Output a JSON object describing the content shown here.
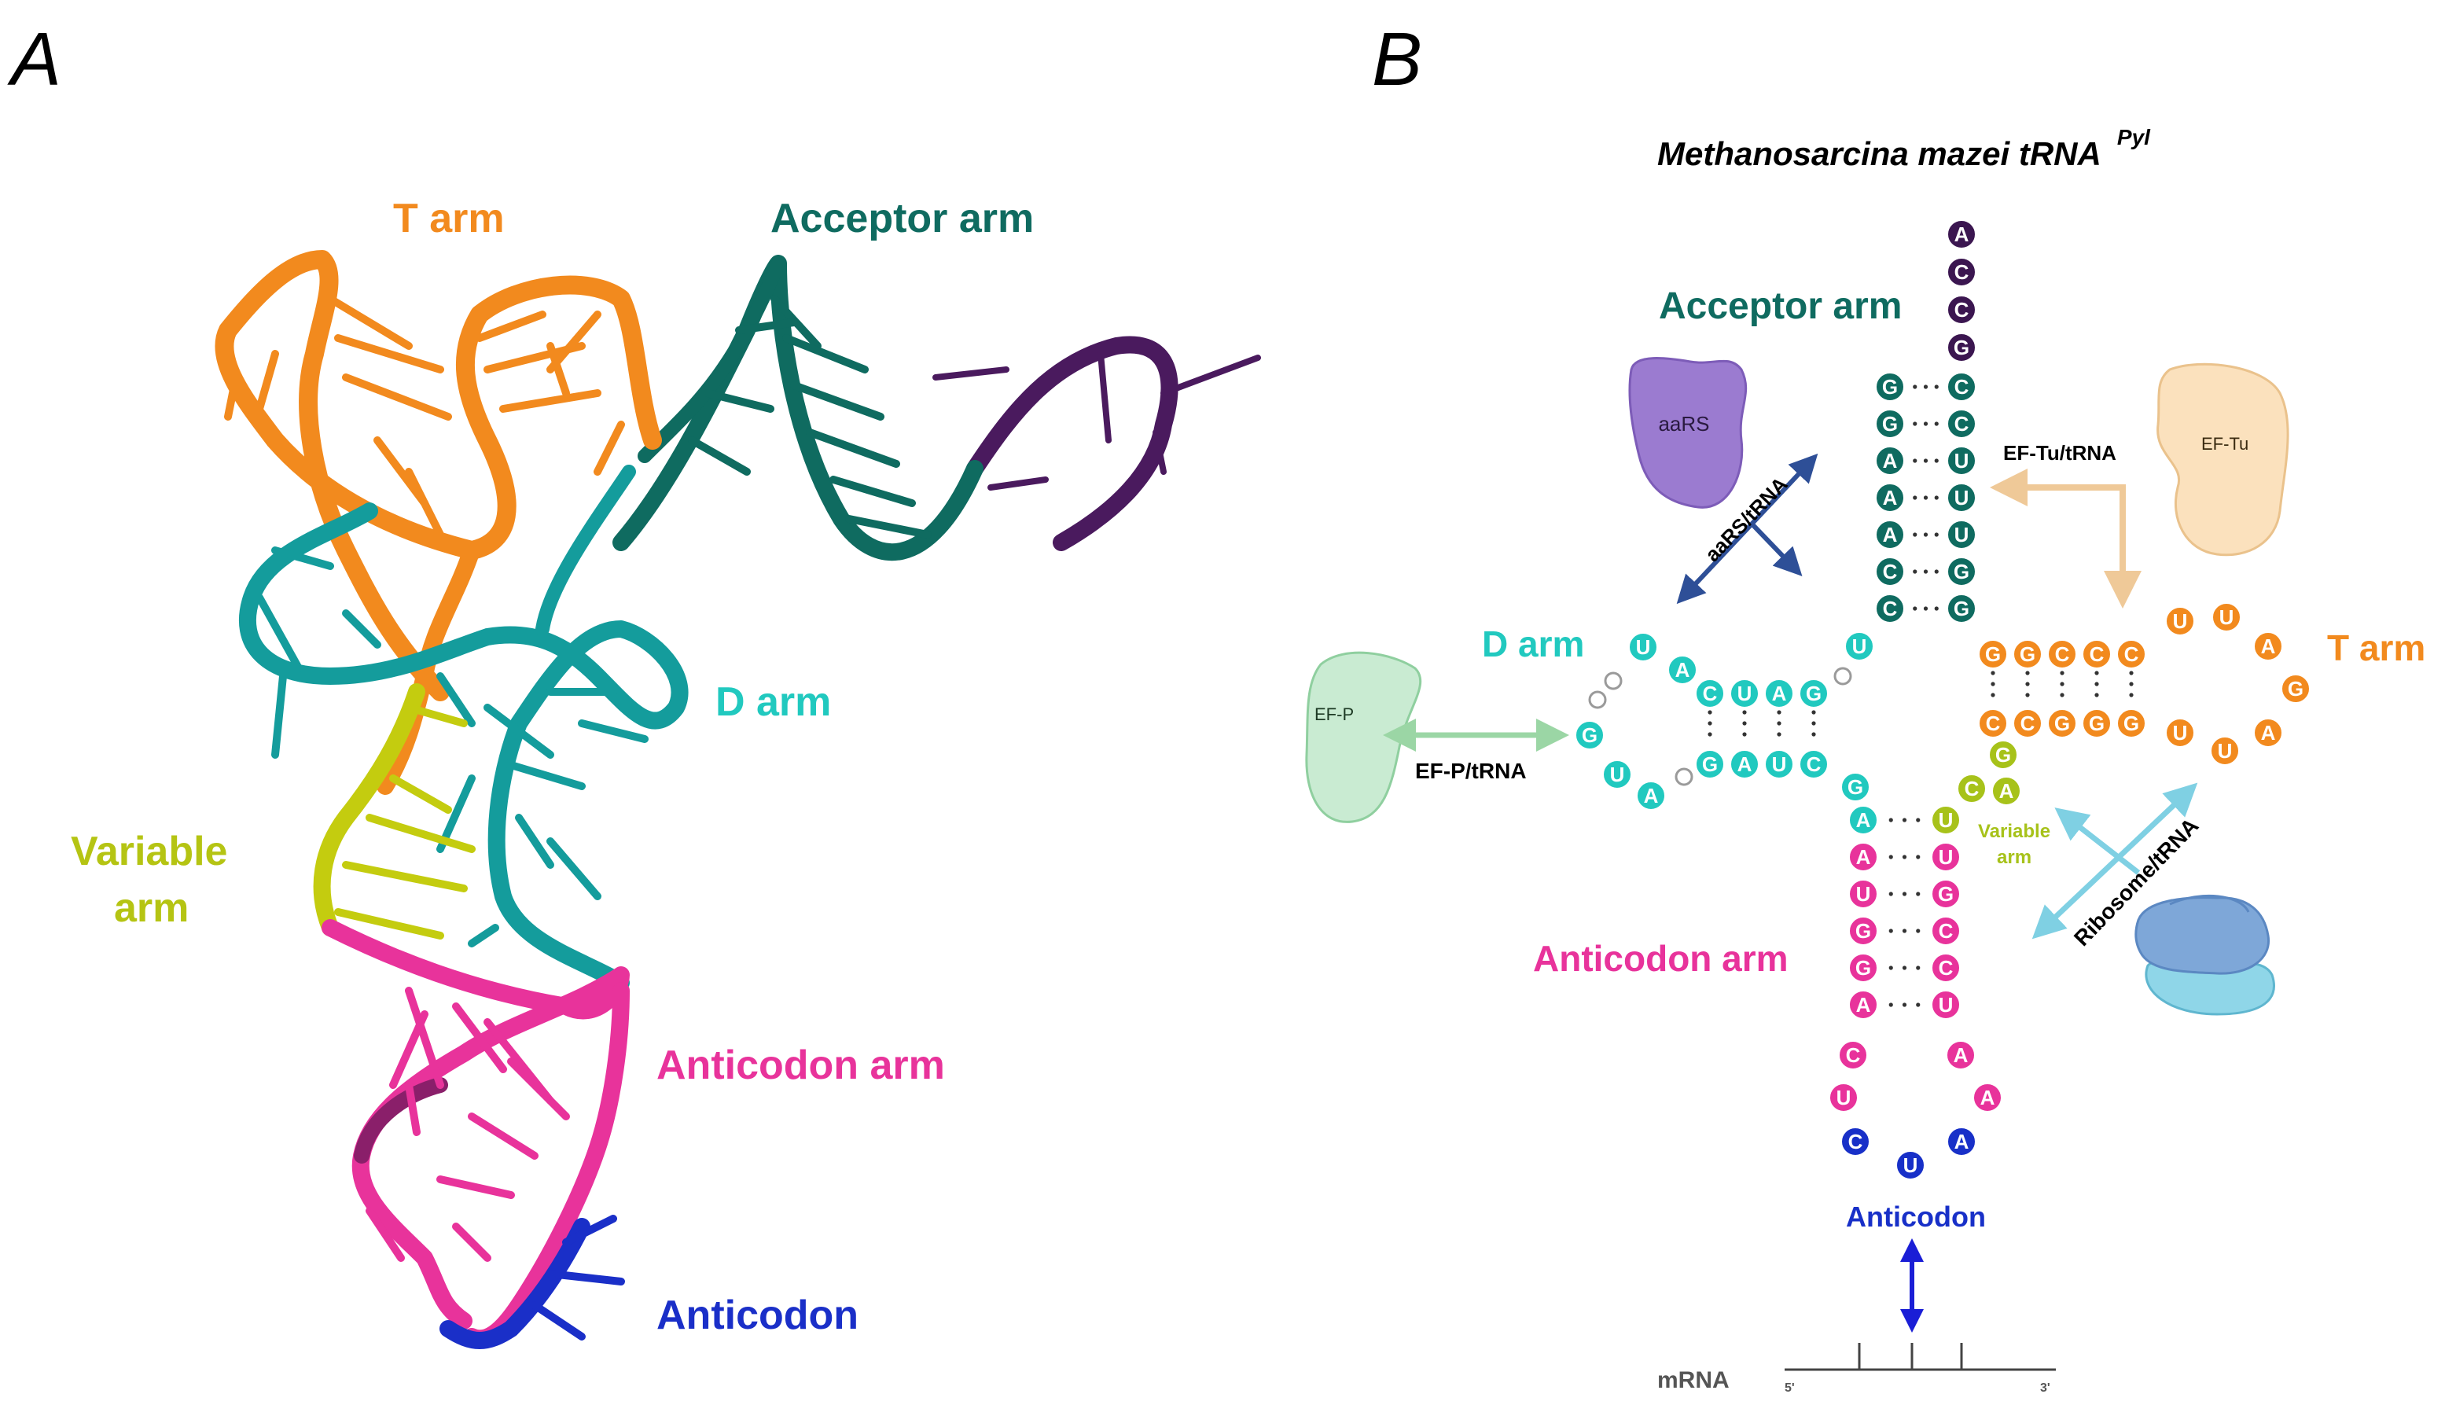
{
  "panel_a": {
    "letter": "A",
    "labels": {
      "t_arm": "T arm",
      "acceptor_arm": "Acceptor arm",
      "d_arm": "D arm",
      "variable_arm_1": "Variable",
      "variable_arm_2": "arm",
      "anticodon_arm": "Anticodon arm",
      "anticodon": "Anticodon"
    }
  },
  "panel_b": {
    "letter": "B",
    "title": "Methanosarcina mazei tRNA",
    "title_sup": "Pyl",
    "labels": {
      "acceptor_arm": "Acceptor arm",
      "d_arm": "D arm",
      "t_arm": "T arm",
      "anticodon_arm": "Anticodon arm",
      "variable_1": "Variable",
      "variable_2": "arm",
      "anticodon": "Anticodon",
      "mrna": "mRNA",
      "five_prime": "5'",
      "three_prime": "3'"
    },
    "proteins": {
      "aars": "aaRS",
      "eftu": "EF-Tu",
      "efp": "EF-P"
    },
    "interactions": {
      "aars_trna": "aaRS/tRNA",
      "eftu_trna": "EF-Tu/tRNA",
      "efp_trna": "EF-P/tRNA",
      "ribosome_trna": "Ribosome/tRNA"
    },
    "colors": {
      "acceptor": "#0f6b60",
      "acceptor_tail": "#3b1650",
      "d_arm": "#21c9bf",
      "t_arm": "#f28a1e",
      "variable": "#a7c21a",
      "anticodon_arm": "#e8339b",
      "anticodon": "#1830c8"
    },
    "acceptor_tail": [
      "A",
      "C",
      "C",
      "G"
    ],
    "acceptor_left": [
      "G",
      "G",
      "A",
      "A",
      "A",
      "C",
      "C"
    ],
    "acceptor_right": [
      "C",
      "C",
      "U",
      "U",
      "U",
      "G",
      "G"
    ],
    "junction_u": "U",
    "d_arm_top": [
      "C",
      "U",
      "A",
      "G"
    ],
    "d_arm_bottom": [
      "G",
      "A",
      "U",
      "C"
    ],
    "d_loop": [
      "U",
      "A",
      "G",
      "U",
      "A"
    ],
    "d_arm_g": "G",
    "t_arm_top": [
      "G",
      "G",
      "C",
      "C",
      "C"
    ],
    "t_arm_bottom": [
      "C",
      "C",
      "G",
      "G",
      "G"
    ],
    "t_loop": [
      "U",
      "U",
      "A",
      "G",
      "A",
      "U",
      "U"
    ],
    "variable_nts": [
      "G",
      "C",
      "A"
    ],
    "anticodon_left": [
      "A",
      "A",
      "U",
      "G",
      "G",
      "A"
    ],
    "anticodon_right": [
      "U",
      "U",
      "G",
      "C",
      "C",
      "U"
    ],
    "anticodon_loop_left": [
      "C",
      "U"
    ],
    "anticodon_loop_right": [
      "A",
      "A"
    ],
    "anticodon_triplet": [
      "C",
      "U",
      "A"
    ]
  }
}
